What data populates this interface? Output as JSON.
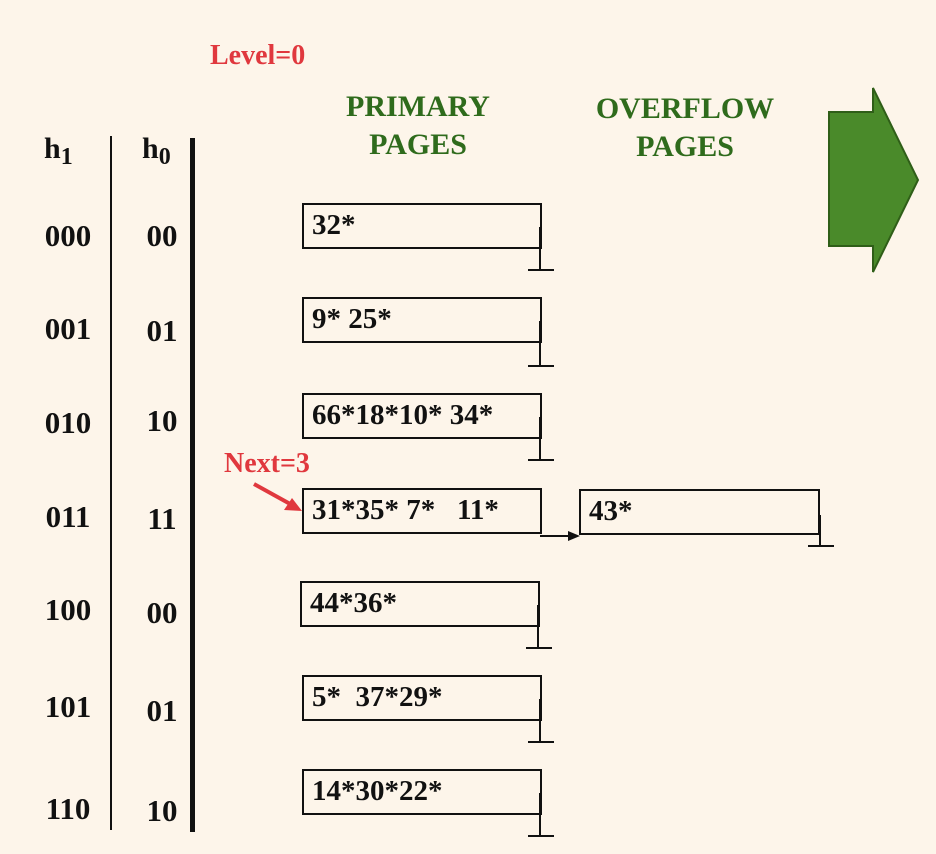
{
  "level_label": "Level=0",
  "next_label": "Next=3",
  "primary_header": [
    "PRIMARY",
    "PAGES"
  ],
  "overflow_header": [
    "OVERFLOW",
    "PAGES"
  ],
  "h1_label": "h",
  "h1_sub": "1",
  "h0_label": "h",
  "h0_sub": "0",
  "rows": [
    {
      "h1": "000",
      "h0": "00",
      "primary": "32*"
    },
    {
      "h1": "001",
      "h0": "01",
      "primary": "9* 25*"
    },
    {
      "h1": "010",
      "h0": "10",
      "primary": "66*18*10* 34*"
    },
    {
      "h1": "011",
      "h0": "11",
      "primary": "31*35* 7*   11*"
    },
    {
      "h1": "100",
      "h0": "00",
      "primary": "44*36*"
    },
    {
      "h1": "101",
      "h0": "01",
      "primary": "5*  37*29*"
    },
    {
      "h1": "110",
      "h0": "10",
      "primary": "14*30*22*"
    }
  ],
  "overflow": {
    "row": 3,
    "entries": "43*"
  },
  "next_bucket_index": 3,
  "colors": {
    "background": "#fdf5ea",
    "header_green": "#2f6b1c",
    "accent_red": "#e0383e",
    "arrow_green": "#4a8a2a"
  }
}
